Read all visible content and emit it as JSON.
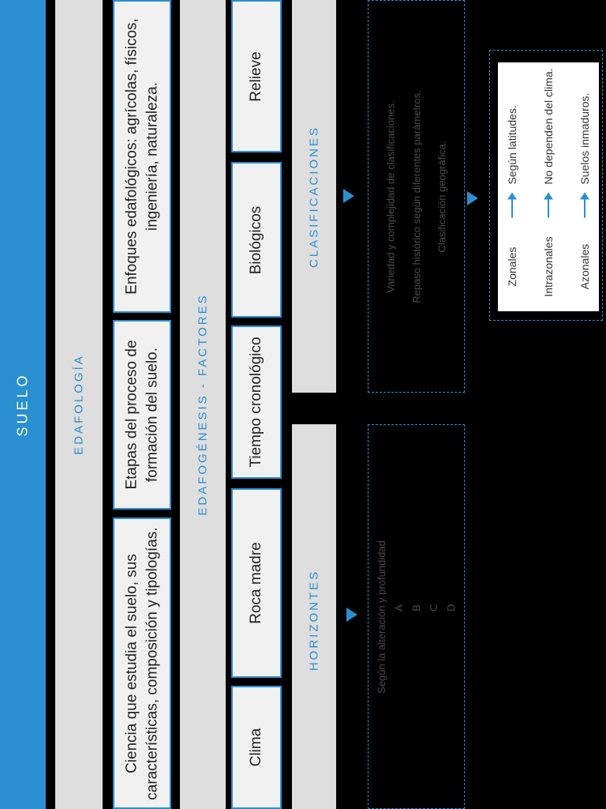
{
  "title": "SUELO",
  "edafologia": {
    "header": "EDAFOLOGÍA",
    "boxes": [
      "Ciencia que estudia el suelo, sus\ncaracterísticas, composición y tipologías.",
      "Etapas del proceso de\nformación del suelo.",
      "Enfoques edafológicos: agrícolas, físicos,\ningeniería, naturaleza."
    ]
  },
  "edafogenesis": {
    "header": "EDAFOGÉNESIS - FACTORES",
    "factors": [
      "Clima",
      "Roca madre",
      "Tiempo cronológico",
      "Biológicos",
      "Relieve"
    ]
  },
  "horizontes": {
    "header": "HORIZONTES",
    "description": "Según la alteración y profundidad",
    "items": [
      "A",
      "B",
      "C",
      "D"
    ]
  },
  "clasificaciones": {
    "header": "CLASIFICACIONES",
    "lines": [
      "Variedad y complejidad de clasificaciones.",
      "Repaso histórico según diferentes parámetros.",
      "Clasificación geográfica."
    ],
    "table": [
      {
        "term": "Zonales",
        "desc": "Según latitudes."
      },
      {
        "term": "Intrazonales",
        "desc": "No dependen del clima."
      },
      {
        "term": "Azonales",
        "desc": "Suelos inmaduros."
      }
    ]
  },
  "colors": {
    "accent": "#2a8fd1",
    "panel": "#dedede",
    "box": "#f1f1f1",
    "background": "#000000"
  }
}
